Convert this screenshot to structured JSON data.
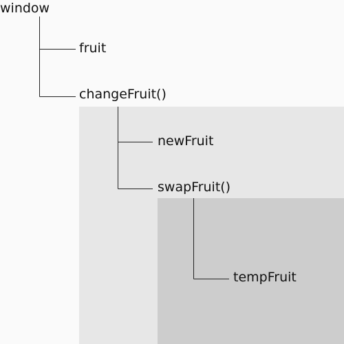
{
  "tree": {
    "root": "window",
    "nodes": [
      {
        "id": "fruit",
        "label": "fruit"
      },
      {
        "id": "changeFruit",
        "label": "changeFruit()"
      },
      {
        "id": "newFruit",
        "label": "newFruit"
      },
      {
        "id": "swapFruit",
        "label": "swapFruit()"
      },
      {
        "id": "tempFruit",
        "label": "tempFruit"
      }
    ]
  },
  "colors": {
    "background": "#fafafa",
    "outer_scope": "#e7e7e7",
    "inner_scope": "#cdcdcd",
    "line": "#222222",
    "text": "#111111"
  }
}
